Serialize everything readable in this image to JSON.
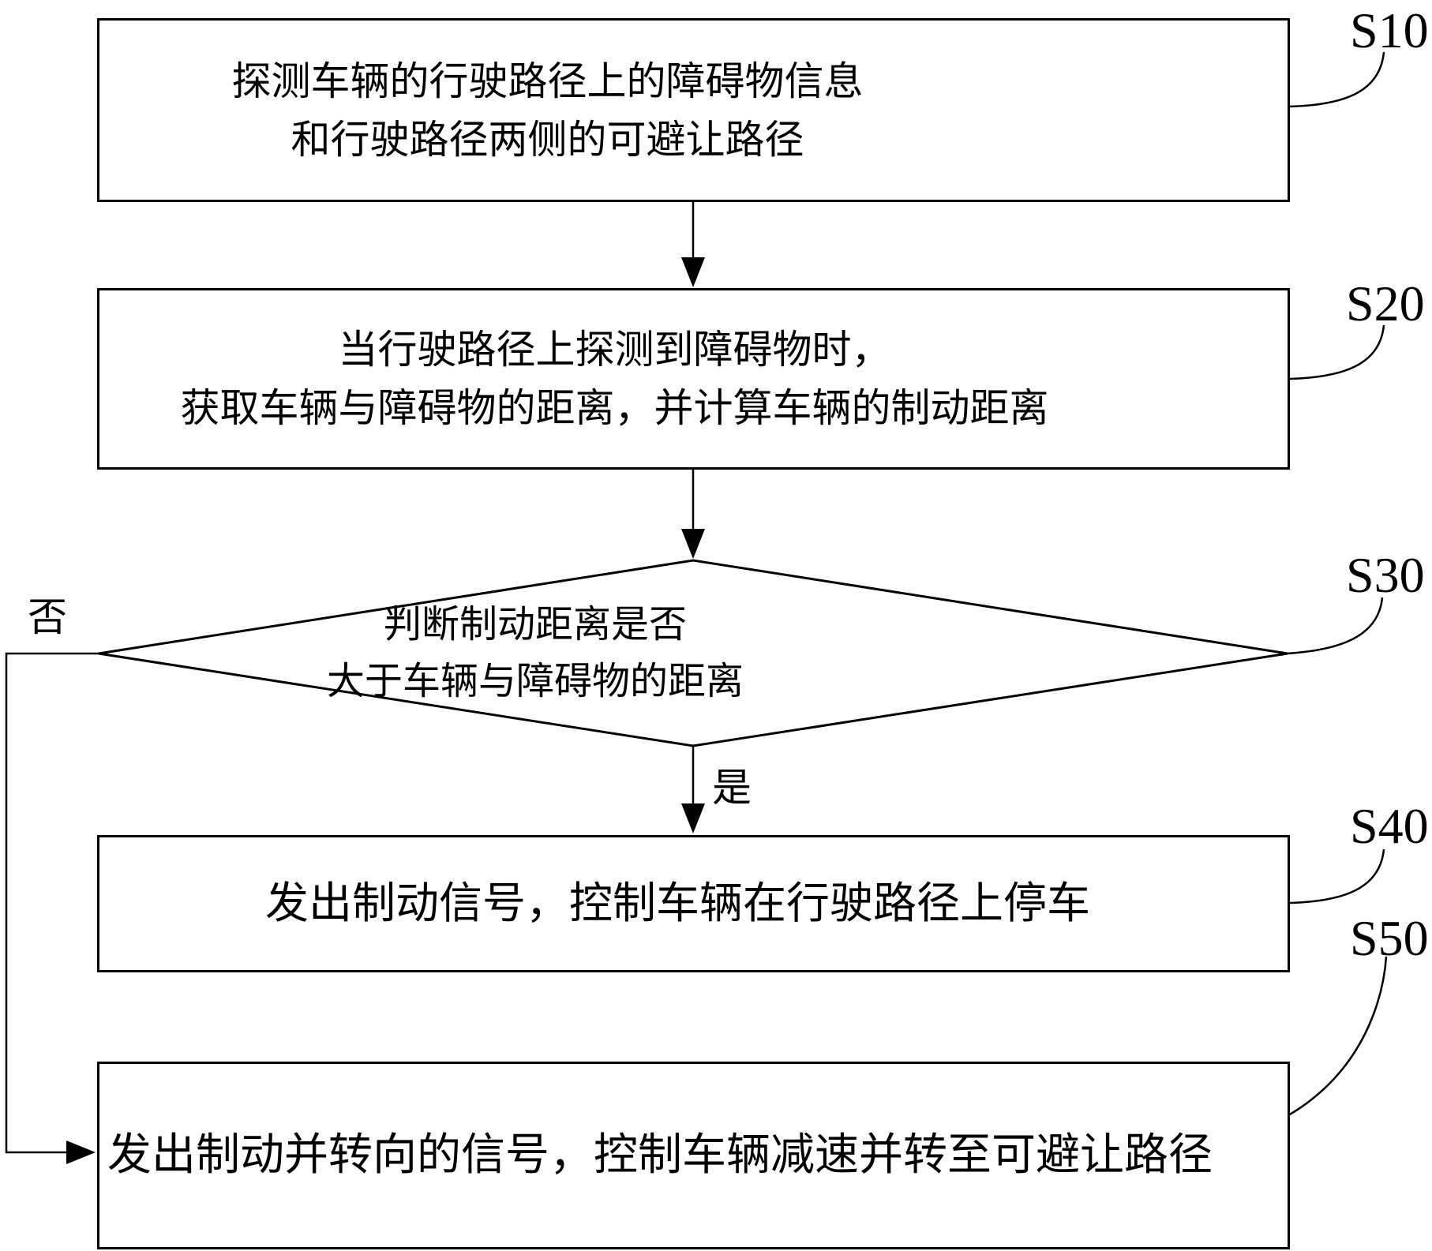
{
  "figure": {
    "steps": [
      {
        "id": "s10",
        "label": "S10",
        "shape": "rect",
        "lines": [
          "探测车辆的行驶路径上的障碍物信息",
          "和行驶路径两侧的可避让路径"
        ]
      },
      {
        "id": "s20",
        "label": "S20",
        "shape": "rect",
        "lines": [
          "当行驶路径上探测到障碍物时，",
          "获取车辆与障碍物的距离，并计算车辆的制动距离"
        ]
      },
      {
        "id": "s30",
        "label": "S30",
        "shape": "diamond",
        "lines": [
          "判断制动距离是否",
          "大于车辆与障碍物的距离"
        ]
      },
      {
        "id": "s40",
        "label": "S40",
        "shape": "rect",
        "lines": [
          "发出制动信号，控制车辆在行驶路径上停车"
        ]
      },
      {
        "id": "s50",
        "label": "S50",
        "shape": "rect",
        "lines": [
          "发出制动并转向的信号，控制车辆减速并转至可避让路径"
        ]
      }
    ],
    "branch_labels": {
      "yes": "是",
      "no": "否"
    },
    "colors": {
      "line": "#000000",
      "background": "#ffffff"
    }
  }
}
